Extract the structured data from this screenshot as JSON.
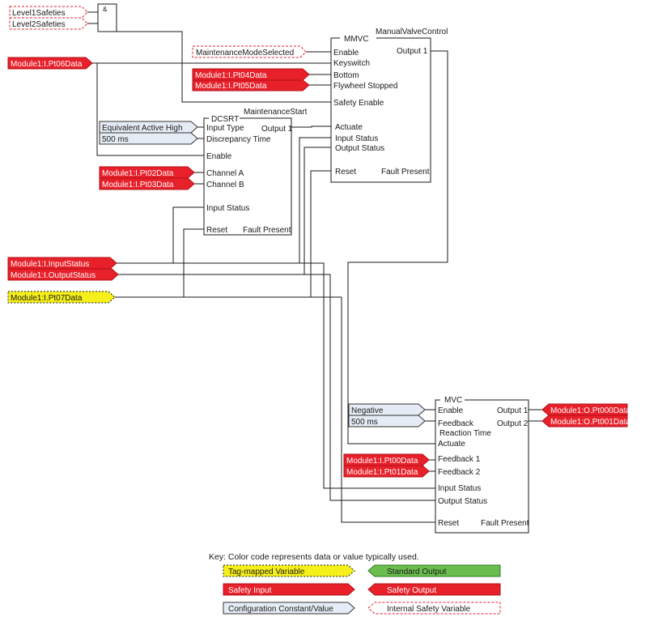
{
  "colors": {
    "safety_input": "#e8202a",
    "tag_mapped": "#f5ef1a",
    "config_constant": "#e6ecf5",
    "standard_output": "#6bbd4e",
    "internal_border": "#e8202a",
    "wire": "#1a1a1a"
  },
  "gate": {
    "symbol": "&",
    "inputs": [
      "Level1Safeties",
      "Level2Safeties"
    ]
  },
  "inputs": {
    "maintenance_mode": "MaintenanceModeSelected",
    "pt06": "Module1:I.Pt06Data",
    "pt04": "Module1:I.Pt04Data",
    "pt05": "Module1:I.Pt05Data",
    "dcsrt_input_type": "Equivalent Active High",
    "dcsrt_discrepancy": "500 ms",
    "pt02": "Module1:I.Pt02Data",
    "pt03": "Module1:I.Pt03Data",
    "input_status": "Module1:I.InputStatus",
    "output_status": "Module1:I.OutputStatus",
    "pt07": "Module1:I.Pt07Data",
    "mvc_enable": "Negative",
    "mvc_reaction_time": "500 ms",
    "pt00": "Module1:I.Pt00Data",
    "pt01": "Module1:I.Pt01Data"
  },
  "outputs": {
    "o000": "Module1:O.Pt000Data",
    "o001": "Module1:O.Pt001Data"
  },
  "mmvc": {
    "type": "MMVC",
    "instance": "ManualValveControl",
    "pins_left": [
      "Enable",
      "Keyswitch",
      "Bottom",
      "Flywheel Stopped",
      "Safety Enable",
      "Actuate",
      "Input Status",
      "Output Status",
      "Reset"
    ],
    "output1": "Output 1",
    "fault": "Fault Present"
  },
  "dcsrt": {
    "type": "DCSRT",
    "instance": "MaintenanceStart",
    "pins_left": [
      "Input Type",
      "Discrepancy Time",
      "Enable",
      "Channel A",
      "Channel B",
      "Input Status",
      "Reset"
    ],
    "output1": "Output 1",
    "fault": "Fault Present"
  },
  "mvc": {
    "type": "MVC",
    "pins_left": [
      "Enable",
      "Feedback",
      "Reaction Time",
      "Actuate",
      "Feedback 1",
      "Feedback 2",
      "Input Status",
      "Output Status",
      "Reset"
    ],
    "output1": "Output 1",
    "output2": "Output 2",
    "fault": "Fault Present"
  },
  "key": {
    "title": "Key: Color code represents data or value typically used.",
    "tag_mapped": "Tag-mapped Variable",
    "standard_output": "Standard Output",
    "safety_input": "Safety Input",
    "safety_output": "Safety Output",
    "config_constant": "Configuration Constant/Value",
    "internal_safety": "Internal Safety Variable"
  }
}
